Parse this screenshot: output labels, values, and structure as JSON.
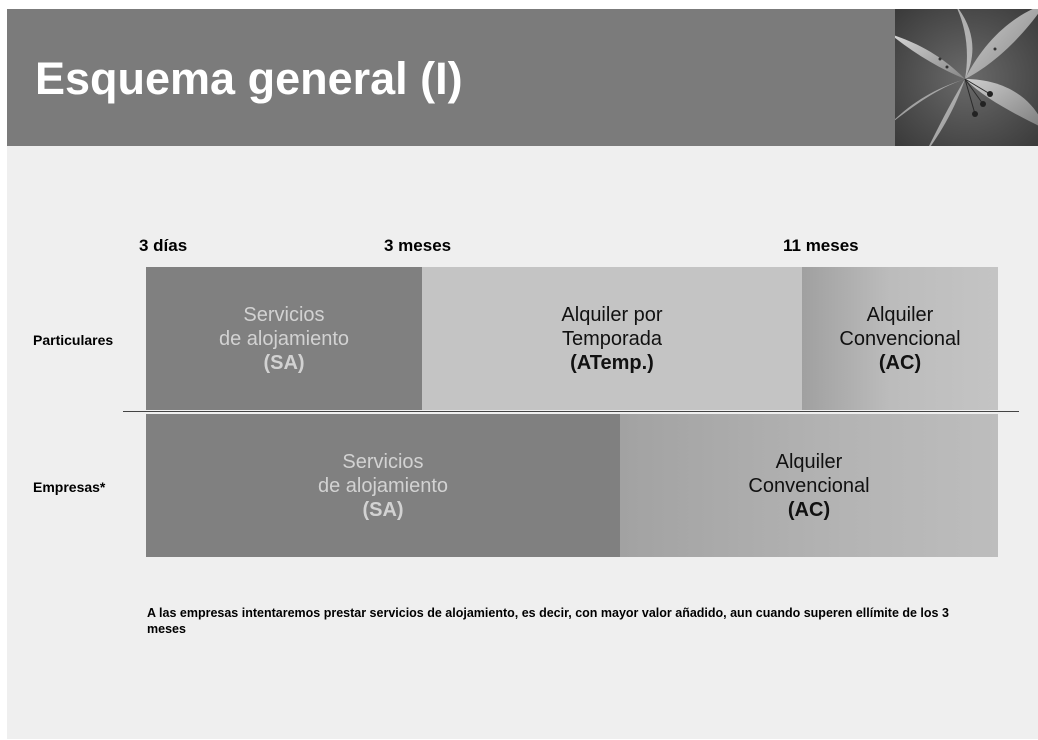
{
  "title": "Esquema general (I)",
  "timeline": {
    "labels": [
      "3 días",
      "3 meses",
      "11 meses"
    ]
  },
  "rows": {
    "particulares": {
      "label": "Particulares",
      "segments": [
        {
          "line1": "Servicios",
          "line2": "de alojamiento",
          "code": "(SA)"
        },
        {
          "line1": "Alquiler por",
          "line2": "Temporada",
          "code": "(ATemp.)"
        },
        {
          "line1": "Alquiler",
          "line2": "Convencional",
          "code": "(AC)"
        }
      ]
    },
    "empresas": {
      "label": "Empresas*",
      "segments": [
        {
          "line1": "Servicios",
          "line2": "de alojamiento",
          "code": "(SA)"
        },
        {
          "line1": "Alquiler",
          "line2": "Convencional",
          "code": "(AC)"
        }
      ]
    }
  },
  "note": "A las empresas intentaremos prestar servicios de alojamiento, es decir, con mayor valor añadido, aun cuando superen ellímite de los 3 meses",
  "colors": {
    "header": "#7b7b7b",
    "slide_bg": "#efefef",
    "sa_box": "#808080",
    "atemp_box": "#c4c4c4",
    "ac_box": "#b8b8b8",
    "empresas_ac_box": "#acacac"
  },
  "icons": {
    "header_image": "lily-flower-photo"
  }
}
